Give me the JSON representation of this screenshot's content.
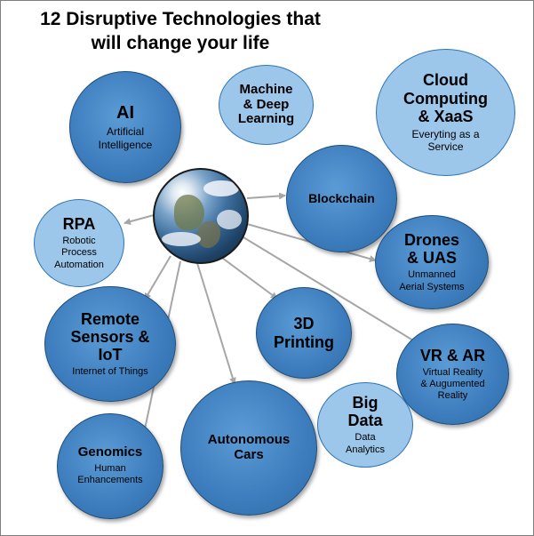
{
  "title": {
    "line1": "12 Disruptive Technologies that",
    "line2": "will change your life"
  },
  "nodes": {
    "ai": {
      "name": "AI",
      "sub": "Artificial\nIntelligence"
    },
    "ml": {
      "name": "Machine\n& Deep\nLearning"
    },
    "cloud": {
      "name": "Cloud\nComputing\n& XaaS",
      "sub": "Everyting as a\nService"
    },
    "blockchain": {
      "name": "Blockchain"
    },
    "rpa": {
      "name": "RPA",
      "sub": "Robotic\nProcess\nAutomation"
    },
    "drones": {
      "name": "Drones\n& UAS",
      "sub": "Unmanned\nAerial Systems"
    },
    "sensors": {
      "name": "Remote\nSensors &\nIoT",
      "sub": "Internet of Things"
    },
    "printing": {
      "name": "3D\nPrinting"
    },
    "vrar": {
      "name": "VR & AR",
      "sub": "Virtual Reality\n& Augumented\nReality"
    },
    "bigdata": {
      "name": "Big\nData",
      "sub": "Data\nAnalytics"
    },
    "genomics": {
      "name": "Genomics",
      "sub": "Human\nEnhancements"
    },
    "cars": {
      "name": "Autonomous\nCars"
    }
  },
  "colors": {
    "dark_bubble": "#3f7fbf",
    "light_bubble": "#9cc6ea",
    "arrow": "#a6a6a6"
  },
  "icons": {
    "center": "earth-globe-icon"
  }
}
